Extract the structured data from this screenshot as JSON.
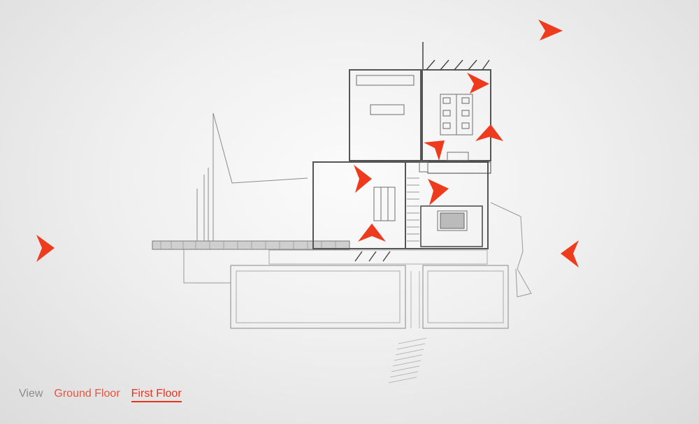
{
  "accent_color": "#ee3b1e",
  "nav": {
    "view_label": "View",
    "ground_floor_label": "Ground Floor",
    "first_floor_label": "First Floor",
    "active": "First Floor"
  },
  "hotspots": [
    {
      "name": "camera-hotspot-northeast",
      "icon": "view-direction-arrow-icon"
    },
    {
      "name": "camera-hotspot-west",
      "icon": "view-direction-arrow-icon"
    },
    {
      "name": "camera-hotspot-east",
      "icon": "view-direction-arrow-icon"
    },
    {
      "name": "camera-hotspot-dining-top",
      "icon": "view-direction-arrow-icon"
    },
    {
      "name": "camera-hotspot-dining-bottom",
      "icon": "view-direction-arrow-icon"
    },
    {
      "name": "camera-hotspot-kitchen",
      "icon": "view-direction-arrow-icon"
    },
    {
      "name": "camera-hotspot-living",
      "icon": "view-direction-arrow-icon"
    },
    {
      "name": "camera-hotspot-lounge",
      "icon": "view-direction-arrow-icon"
    },
    {
      "name": "camera-hotspot-terrace",
      "icon": "view-direction-arrow-icon"
    }
  ]
}
